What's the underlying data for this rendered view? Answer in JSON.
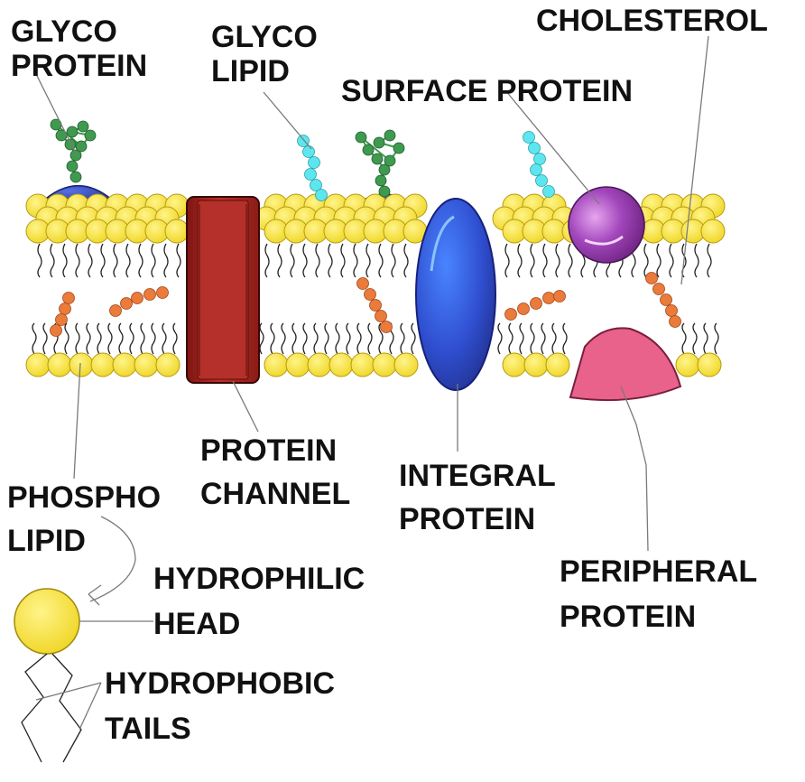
{
  "labels": {
    "glycoprotein": [
      "GLYCO",
      "PROTEIN"
    ],
    "glycolipid": [
      "GLYCO",
      "LIPID"
    ],
    "cholesterol": [
      "CHOLESTEROL"
    ],
    "surface_protein": [
      "SURFACE PROTEIN"
    ],
    "protein_channel": [
      "PROTEIN",
      "CHANNEL"
    ],
    "integral_protein": [
      "INTEGRAL",
      "PROTEIN"
    ],
    "phospholipid": [
      "PHOSPHO",
      "LIPID"
    ],
    "hydrophilic_head": [
      "HYDROPHILIC",
      "HEAD"
    ],
    "hydrophobic_tails": [
      "HYDROPHOBIC",
      "TAILS"
    ],
    "peripheral_protein": [
      "PERIPHERAL",
      "PROTEIN"
    ]
  },
  "colors": {
    "phospholipid_head": "#f4e23c",
    "phospholipid_outline": "#b59a12",
    "glyco_chain_green": "#3f9a4f",
    "glyco_chain_cyan": "#5ee6ef",
    "cholesterol_orange": "#ea7b3a",
    "glycoprotein_base": "#2f3fae",
    "protein_channel": "#a3241e",
    "integral_protein": "#2f4fd0",
    "surface_protein": "#9a3ab0",
    "peripheral_protein": "#e6608a"
  }
}
